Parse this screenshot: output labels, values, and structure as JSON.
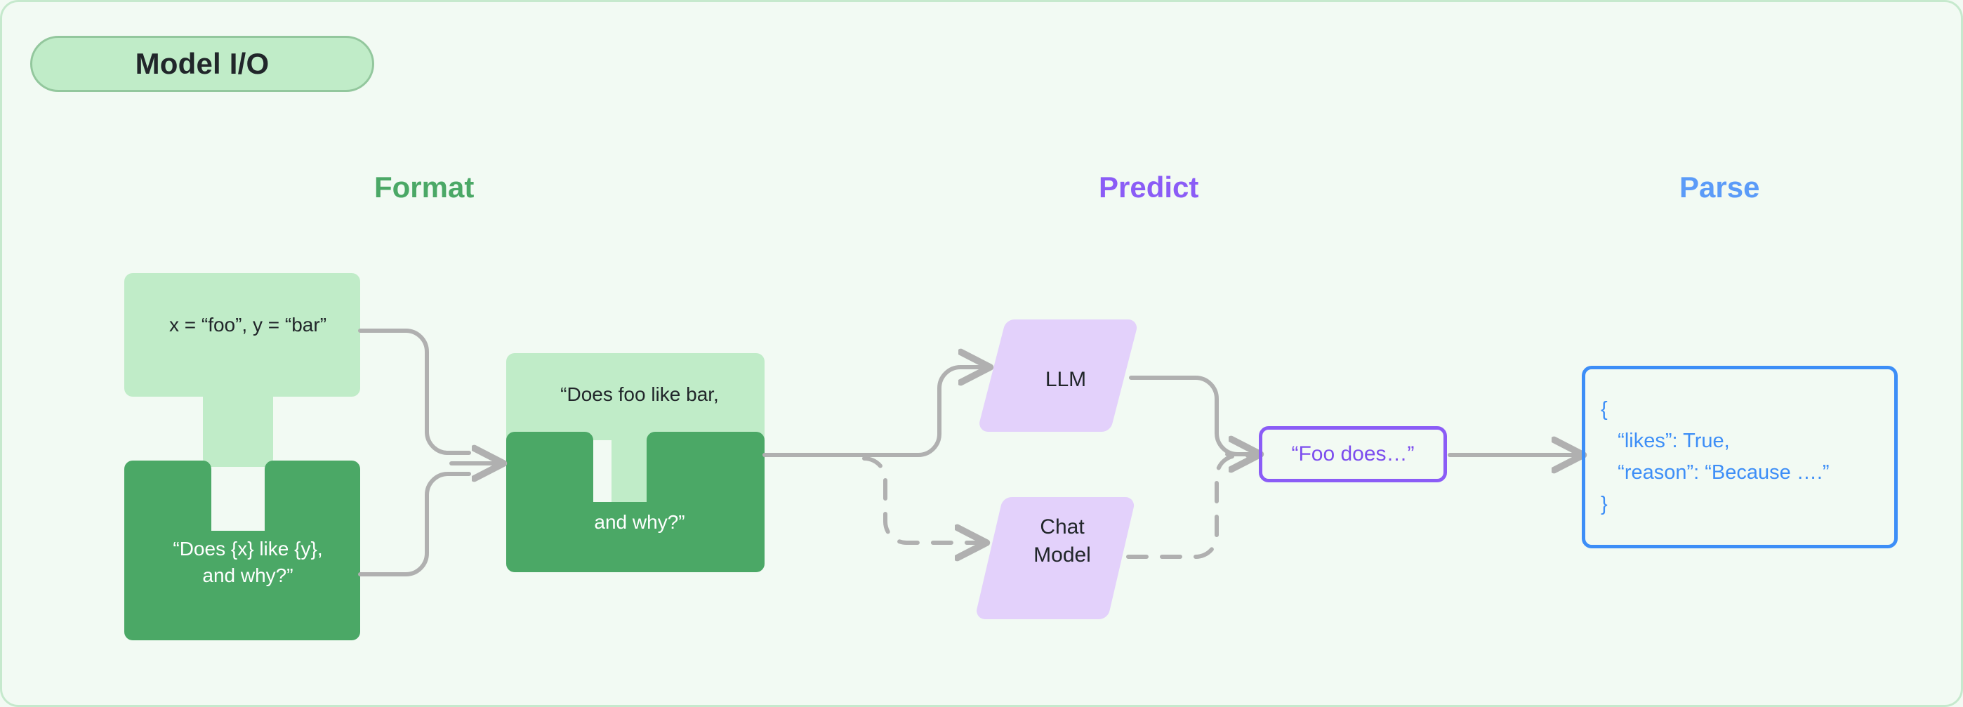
{
  "header": {
    "badge_label": "Model I/O"
  },
  "columns": [
    {
      "id": "format",
      "label": "Format",
      "color": "#4ba866"
    },
    {
      "id": "predict",
      "label": "Predict",
      "color": "#8b5cf6"
    },
    {
      "id": "parse",
      "label": "Parse",
      "color": "#5b9bf8"
    }
  ],
  "format_stage": {
    "variables_piece": {
      "text": "x = “foo”, y = “bar”",
      "fill": "#c0ecc8",
      "text_color": "#21262a"
    },
    "template_piece": {
      "line1": "“Does {x} like {y},",
      "line2": "and why?”",
      "fill": "#4ba866",
      "text_color": "#ffffff"
    },
    "combined_piece": {
      "top_text": "“Does foo like bar,",
      "bottom_text": "and why?”",
      "top_fill": "#c0ecc8",
      "bottom_fill": "#4ba866"
    }
  },
  "predict_stage": {
    "llm": {
      "label": "LLM",
      "fill": "#e3d1fb"
    },
    "chat_model": {
      "line1": "Chat",
      "line2": "Model",
      "fill": "#e3d1fb"
    },
    "prediction": {
      "text": "“Foo does…”",
      "border_color": "#8b5cf6",
      "text_color": "#7c4dee"
    }
  },
  "parse_stage": {
    "output": {
      "lines": [
        "{",
        "   “likes”: True,",
        "   “reason”: “Because ….”",
        "}"
      ],
      "border_color": "#3d8ef7",
      "text_color": "#3d8ef7"
    }
  },
  "connectors": {
    "arrow_color": "#b0b0b0",
    "solid_paths": [
      "variables-to-combined",
      "template-to-combined",
      "combined-to-llm",
      "llm-to-prediction",
      "prediction-to-output"
    ],
    "dashed_paths": [
      "combined-to-chat-model",
      "chat-model-to-prediction"
    ]
  },
  "canvas": {
    "background": "#f2faf3",
    "border_color": "#c6e9cd"
  }
}
